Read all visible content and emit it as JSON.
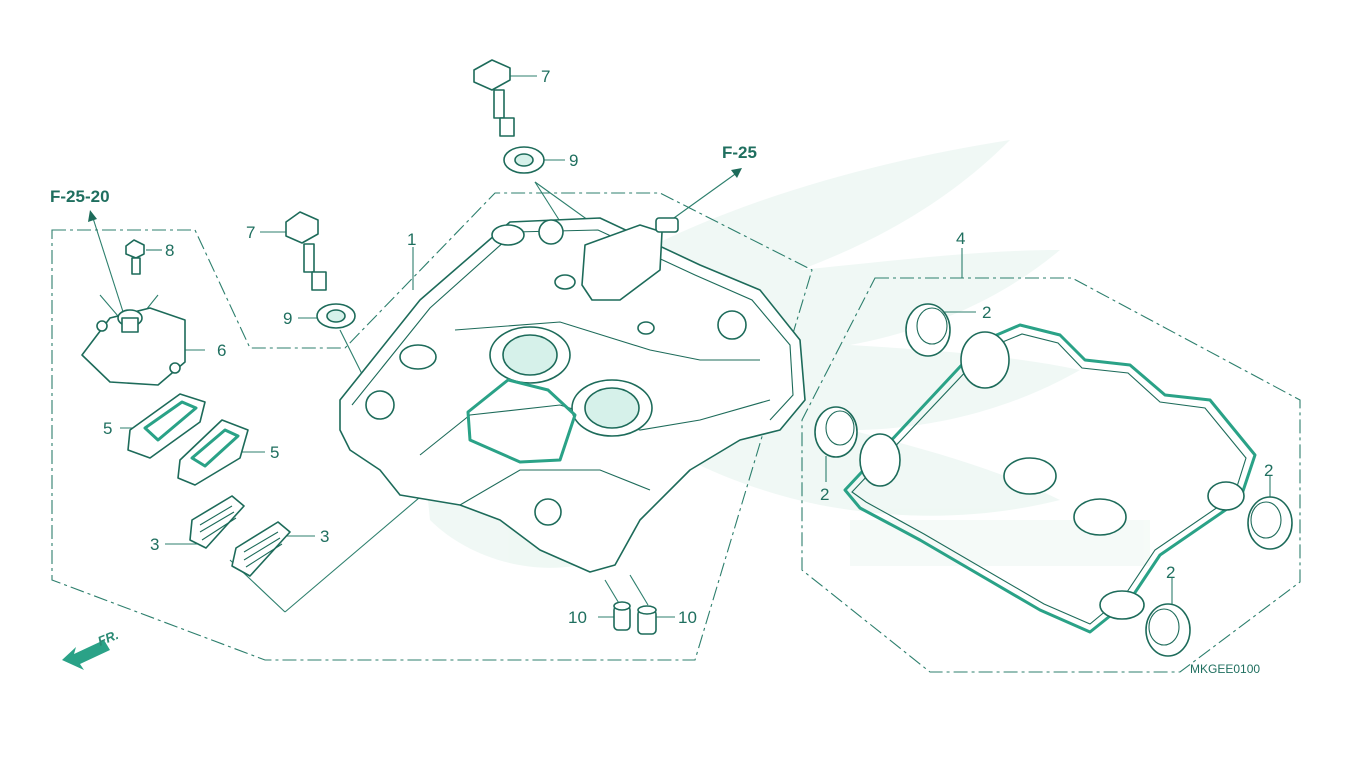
{
  "colors": {
    "line": "#1d6b5a",
    "accent": "#2aa287",
    "watermark": "#dff1ea"
  },
  "refs": {
    "f25": "F-25",
    "f2520": "F-25-20"
  },
  "callouts": {
    "c1": "1",
    "c2a": "2",
    "c2b": "2",
    "c2c": "2",
    "c2d": "2",
    "c3a": "3",
    "c3b": "3",
    "c4": "4",
    "c5a": "5",
    "c5b": "5",
    "c6": "6",
    "c7a": "7",
    "c7b": "7",
    "c8": "8",
    "c9a": "9",
    "c9b": "9",
    "c10a": "10",
    "c10b": "10"
  },
  "direction": {
    "label": "FR.",
    "icon": "front-arrow-icon"
  },
  "diagram_code": "MKGEE0100"
}
